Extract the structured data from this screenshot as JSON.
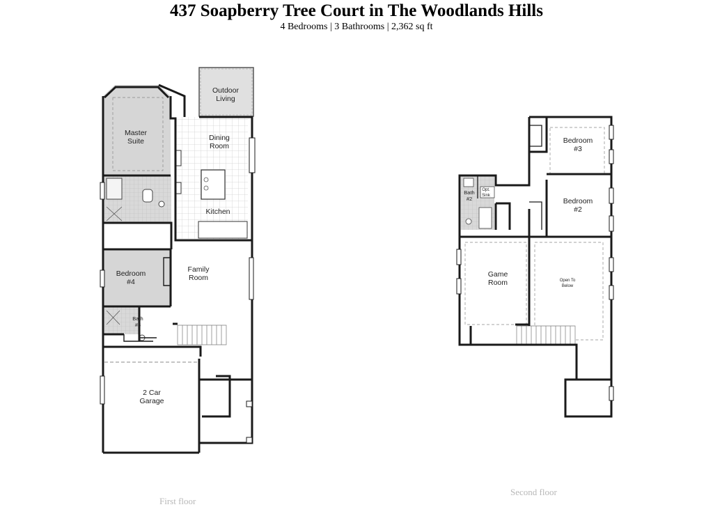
{
  "header": {
    "title": "437 Soapberry Tree Court in The Woodlands Hills",
    "subtitle": "4 Bedrooms | 3 Bathrooms | 2,362 sq ft"
  },
  "first_floor": {
    "label": "First floor",
    "rooms": {
      "outdoor_1": "Outdoor",
      "outdoor_2": "Living",
      "master_1": "Master",
      "master_2": "Suite",
      "dining_1": "Dining",
      "dining_2": "Room",
      "kitchen": "Kitchen",
      "family_1": "Family",
      "family_2": "Room",
      "bed4_1": "Bedroom",
      "bed4_2": "#4",
      "bath3_1": "Bath",
      "bath3_2": "#3",
      "garage_1": "2 Car",
      "garage_2": "Garage"
    }
  },
  "second_floor": {
    "label": "Second floor",
    "rooms": {
      "bed3_1": "Bedroom",
      "bed3_2": "#3",
      "bed2_1": "Bedroom",
      "bed2_2": "#2",
      "bath2_1": "Bath",
      "bath2_2": "#2",
      "sink_1": "Opt.",
      "sink_2": "Sink",
      "game_1": "Game",
      "game_2": "Room",
      "open_1": "Open To",
      "open_2": "Below"
    }
  },
  "colors": {
    "wall": "#1a1a1a",
    "shaded_room": "#d6d6d6",
    "tile": "#cfcfcf",
    "floor_label": "#b8b8b8"
  }
}
